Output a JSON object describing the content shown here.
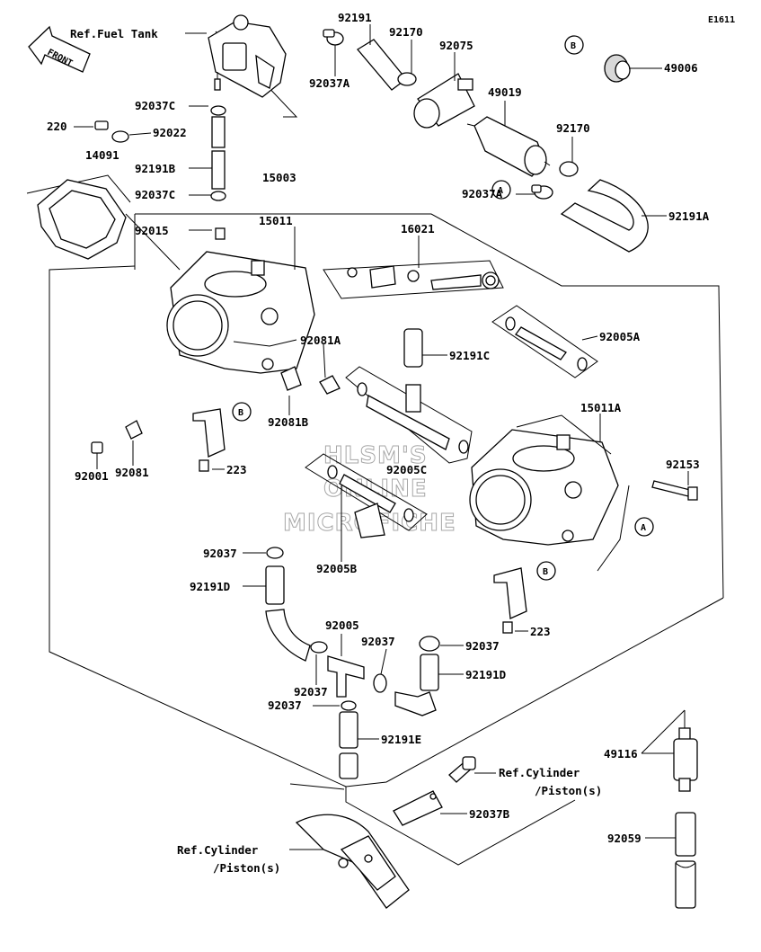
{
  "code": "E1611",
  "front_label": "FRONT",
  "watermark": [
    "HLSM'S",
    "ONLINE",
    "MICROFICHE"
  ],
  "refs": {
    "fuel_tank": "Ref.Fuel Tank",
    "cylinder_right_1": "Ref.Cylinder",
    "cylinder_right_2": "/Piston(s)",
    "cylinder_left_1": "Ref.Cylinder",
    "cylinder_left_2": "/Piston(s)"
  },
  "callouts": {
    "a": "A",
    "b": "B"
  },
  "labels": {
    "p92191_top": "92191",
    "p92170_top": "92170",
    "p92075": "92075",
    "p49006": "49006",
    "p92037A_top": "92037A",
    "p49019": "49019",
    "p92170_mid": "92170",
    "p92037C_1": "92037C",
    "p220": "220",
    "p92022": "92022",
    "p92191B": "92191B",
    "p14091": "14091",
    "p92037C_2": "92037C",
    "p15003": "15003",
    "p92037A_mid": "92037A",
    "p92191A": "92191A",
    "p92015": "92015",
    "p15011": "15011",
    "p16021": "16021",
    "p92005A": "92005A",
    "p92081A": "92081A",
    "p92191C": "92191C",
    "p92081B": "92081B",
    "p15011A": "15011A",
    "p223_left": "223",
    "p92081": "92081",
    "p92001": "92001",
    "p92005C": "92005C",
    "p92153": "92153",
    "p92005B": "92005B",
    "p92037_left": "92037",
    "p92191D_left": "92191D",
    "p223_right": "223",
    "p92005": "92005",
    "p92037_a": "92037",
    "p92037_b": "92037",
    "p92191D_right": "92191D",
    "p92037_c": "92037",
    "p92037_d": "92037",
    "p92191E": "92191E",
    "p49116": "49116",
    "p92037B": "92037B",
    "p92059": "92059"
  }
}
